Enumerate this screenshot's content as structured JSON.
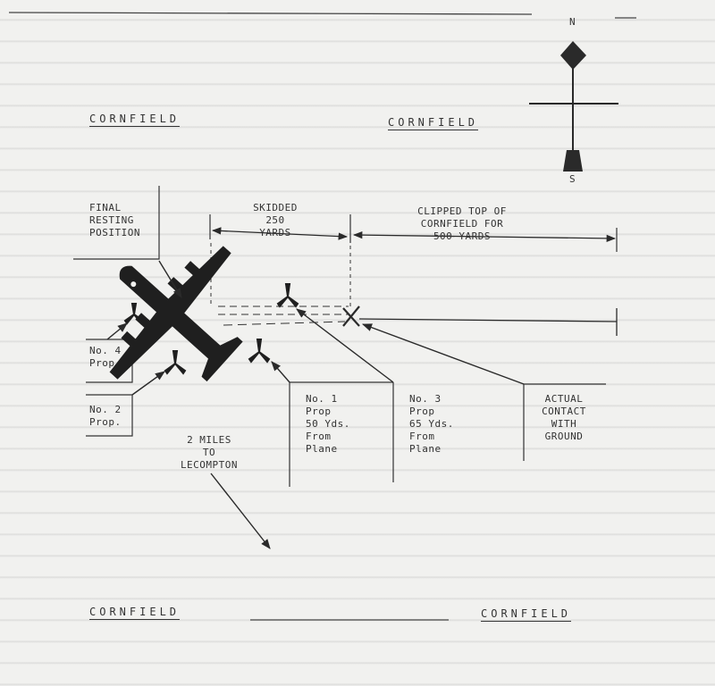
{
  "compass": {
    "north": "N",
    "south": "S"
  },
  "fields": {
    "top_left": "CORNFIELD",
    "top_right": "CORNFIELD",
    "bottom_left": "CORNFIELD",
    "bottom_right": "CORNFIELD"
  },
  "labels": {
    "final_resting_position": "FINAL\nRESTING\nPOSITION",
    "skidded": "SKIDDED\n250\nYARDS",
    "clipped_top": "CLIPPED TOP OF\nCORNFIELD FOR\n500 YARDS",
    "no4_prop": "No. 4\nProp",
    "no2_prop": "No. 2\nProp.",
    "no1_prop": "No. 1\nProp\n50 Yds.\nFrom\nPlane",
    "no3_prop": "No. 3\nProp\n65 Yds.\nFrom\nPlane",
    "actual_contact": "ACTUAL\nCONTACT\nWITH\nGROUND",
    "miles_to": "2 MILES\nTO\nLECOMPTON"
  },
  "colors": {
    "ink": "#2a2a2a",
    "paper": "#f1f1ef"
  }
}
